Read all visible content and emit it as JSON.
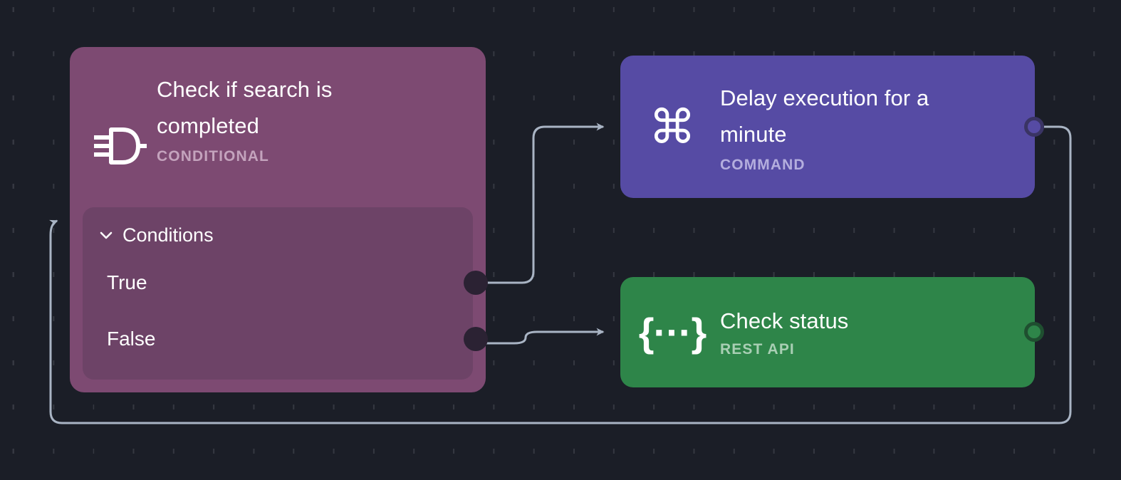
{
  "canvas": {
    "background_color": "#1b1e27",
    "grid_dot_color": "#3a3d46",
    "edge_color": "#a9b4c4"
  },
  "nodes": [
    {
      "id": "conditional",
      "title": "Check if search is completed",
      "subtitle": "CONDITIONAL",
      "icon": "logic-gate-icon",
      "color": "#7d4a72",
      "panel": {
        "header": "Conditions",
        "chevron": "chevron-down-icon",
        "panel_color": "#6d4367",
        "rows": [
          {
            "label": "True",
            "port": "output-port-true"
          },
          {
            "label": "False",
            "port": "output-port-false"
          }
        ]
      }
    },
    {
      "id": "command",
      "title": "Delay execution for a minute",
      "subtitle": "COMMAND",
      "icon": "command-glyph-icon",
      "icon_glyph": "⌘",
      "color": "#564ba4",
      "port": "output-port-command"
    },
    {
      "id": "rest",
      "title": "Check status",
      "subtitle": "REST API",
      "icon": "json-braces-icon",
      "icon_glyph": "{···}",
      "color": "#2e8549",
      "port": "output-port-rest"
    }
  ],
  "edges": [
    {
      "id": "edge-true-to-command",
      "from": "conditional.true",
      "to": "command.input"
    },
    {
      "id": "edge-false-to-rest",
      "from": "conditional.false",
      "to": "rest.input"
    },
    {
      "id": "edge-command-loopback",
      "from": "command.output",
      "to": "conditional.input"
    },
    {
      "id": "edge-rest-loopback",
      "from": "rest.output",
      "to": "conditional.input"
    }
  ]
}
